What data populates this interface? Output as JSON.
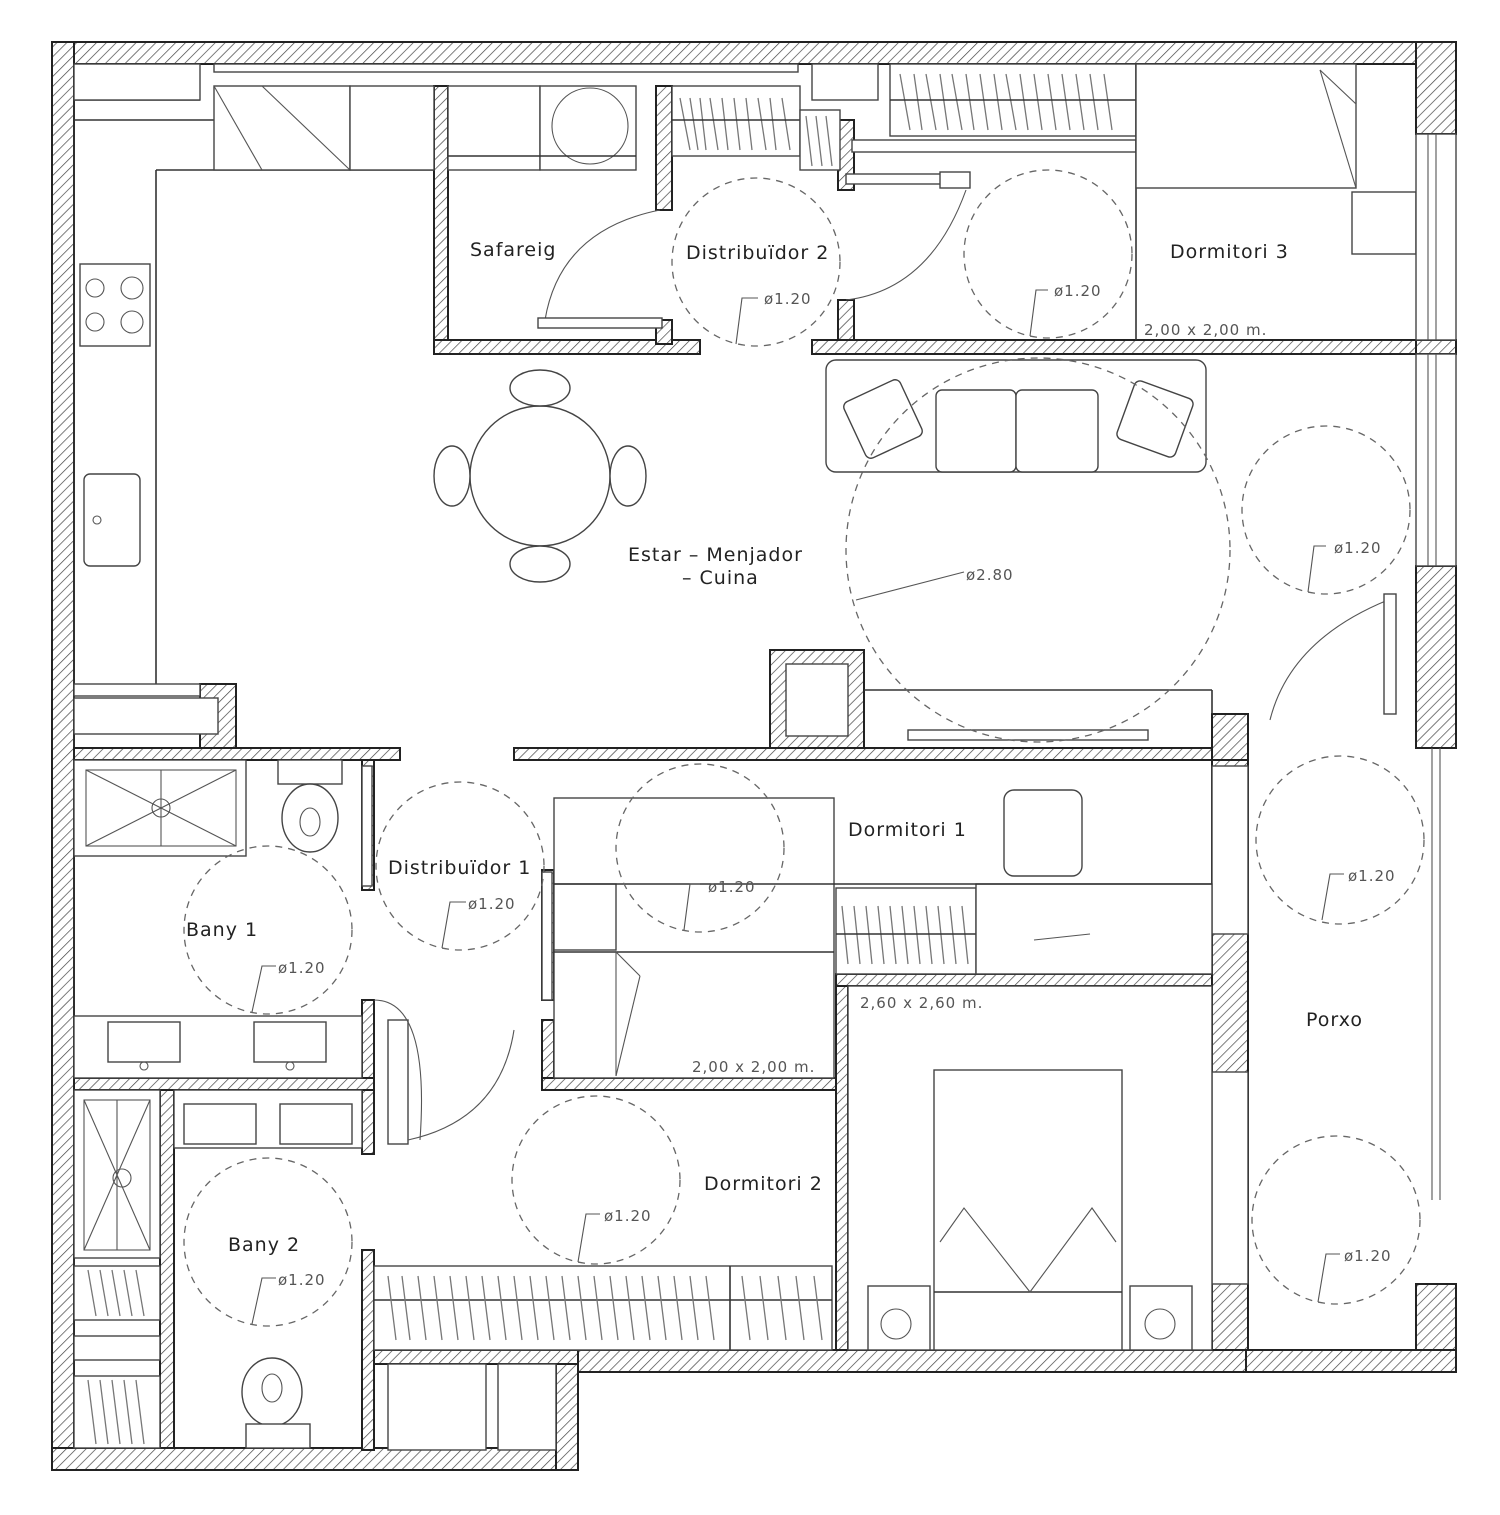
{
  "rooms": {
    "safareig": "Safareig",
    "distribuidor2": "Distribuïdor  2",
    "dormitori3": "Dormitori  3",
    "estar_line1": "Estar  –  Menjador",
    "estar_line2": "–  Cuina",
    "dormitori1": "Dormitori  1",
    "distribuidor1": "Distribuïdor  1",
    "bany1": "Bany  1",
    "bany2": "Bany  2",
    "dormitori2": "Dormitori  2",
    "porxo": "Porxo"
  },
  "dimensions": {
    "d3_size": "2,00  x  2,00  m.",
    "d1_size": "2,00  x  2,00  m.",
    "d2_size": "2,60  x  2,60  m.",
    "turn_120": "ø1.20",
    "turn_280": "ø2.80"
  }
}
